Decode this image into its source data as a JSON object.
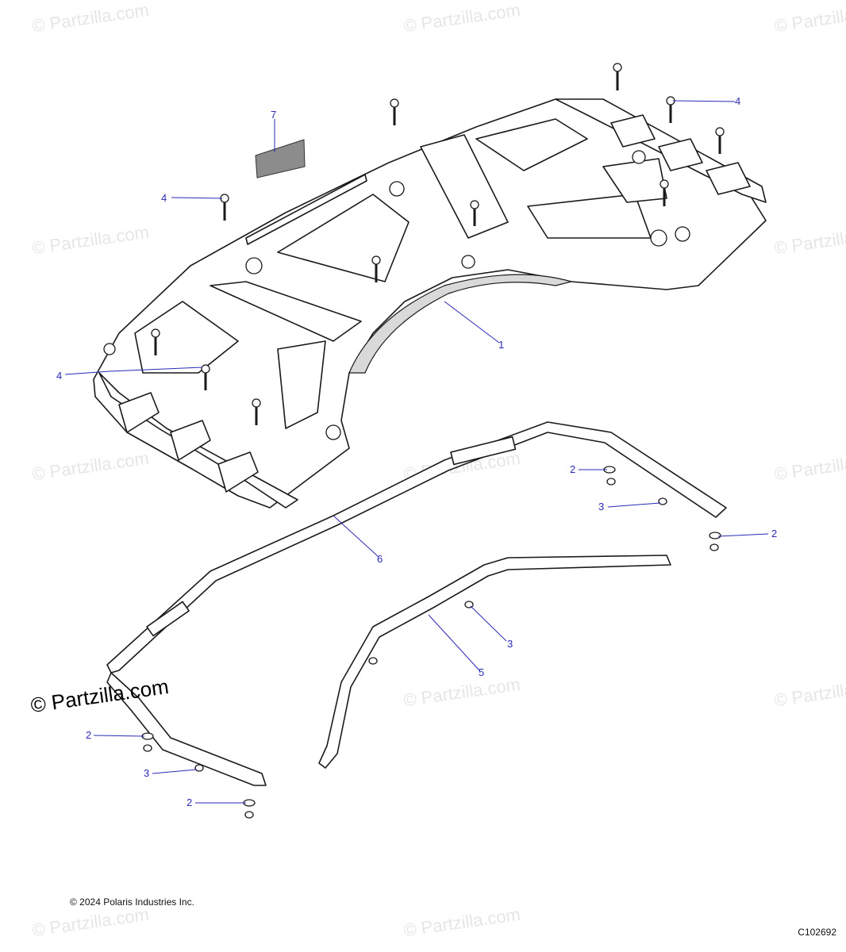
{
  "watermark": "© Partzilla.com",
  "watermark_strong": "© Partzilla.com",
  "copyright": "© 2024 Polaris Industries Inc.",
  "figure_id": "C102692",
  "callouts": [
    {
      "label": "1"
    },
    {
      "label": "2"
    },
    {
      "label": "2"
    },
    {
      "label": "2"
    },
    {
      "label": "2"
    },
    {
      "label": "3"
    },
    {
      "label": "3"
    },
    {
      "label": "3"
    },
    {
      "label": "4"
    },
    {
      "label": "4"
    },
    {
      "label": "4"
    },
    {
      "label": "5"
    },
    {
      "label": "6"
    },
    {
      "label": "7"
    }
  ]
}
